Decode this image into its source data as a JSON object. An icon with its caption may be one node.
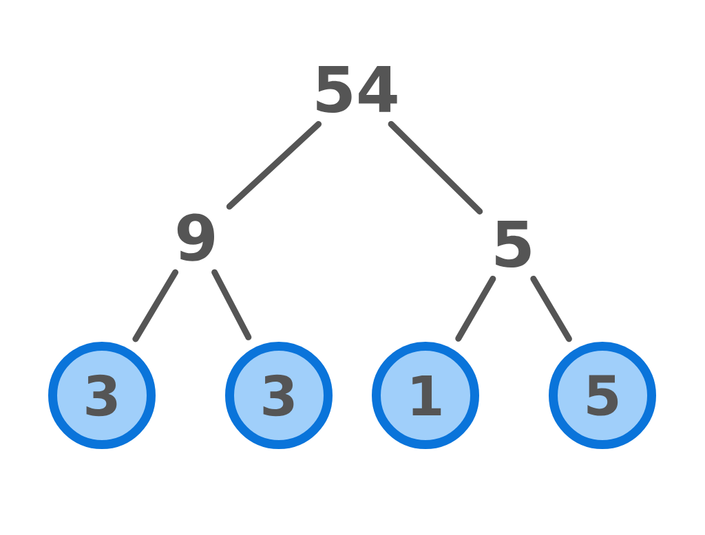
{
  "diagram": {
    "nodes": [
      {
        "text": [
          "54"
        ]
      },
      {
        "text": [
          "9"
        ]
      },
      {
        "text": [
          "5"
        ]
      },
      {
        "text": [
          "3"
        ]
      },
      {
        "text": [
          "3"
        ]
      },
      {
        "text": [
          "1"
        ]
      },
      {
        "text": [
          "5"
        ]
      }
    ],
    "edges": [
      {
        "from": 0,
        "to": 1,
        "arrow": "none"
      },
      {
        "from": 0,
        "to": 2,
        "arrow": "none"
      },
      {
        "from": 1,
        "to": 3,
        "arrow": "none"
      },
      {
        "from": 1,
        "to": 4,
        "arrow": "none"
      },
      {
        "from": 2,
        "to": 5,
        "arrow": "none"
      },
      {
        "from": 2,
        "to": 6,
        "arrow": "none"
      }
    ]
  }
}
